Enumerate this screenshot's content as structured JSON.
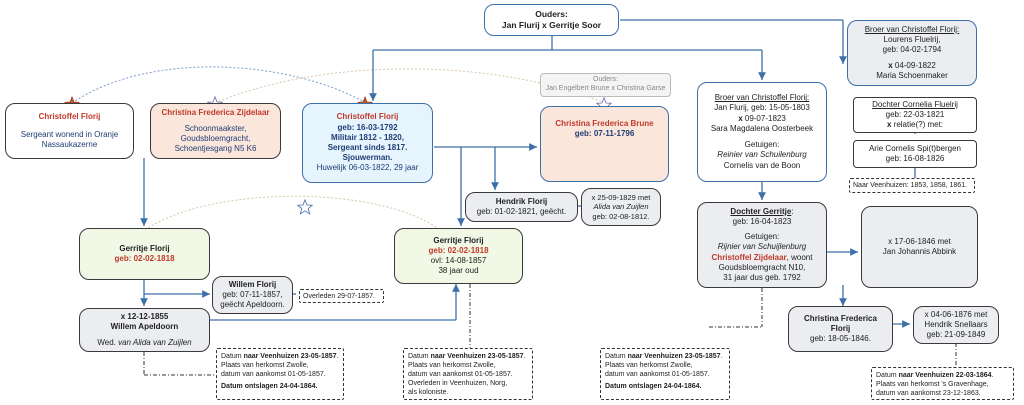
{
  "parents_box": {
    "title": "Ouders:",
    "names": "Jan Flurij x Gerritje Soor"
  },
  "christoffel_left": {
    "name": "Christoffel Florij",
    "role": "Sergeant wonend in Oranje Nassaukazerne"
  },
  "christina_left": {
    "name": "Christina Frederica Zijdelaar",
    "line1": "Schoonmaakster,",
    "line2": "Goudsbloemgracht,",
    "line3": "Schoentjesgang N5 K6"
  },
  "christoffel_center": {
    "name": "Christoffel Florij",
    "birth": "geb: 16-03-1792",
    "military": "Militair 1812 - 1820,",
    "sergeant": "Sergeant sinds 1817.",
    "occupation": "Sjouwerman.",
    "marriage": "Huwelijk 06-03-1822, 29 jaar"
  },
  "brune_parents": {
    "title": "Ouders:",
    "names": "Jan Engelbert Brune x Christina Garse"
  },
  "christina_brune": {
    "name": "Christina Frederica Brune",
    "birth": "geb: 07-11-1796"
  },
  "hendrik": {
    "name": "Hendrik Florij",
    "birth": "geb: 01-02-1821, geëcht."
  },
  "hendrik_marriage": {
    "line1": "x 25-09-1829 met",
    "line2": "Alida van Zuijlen",
    "line3": "geb: 02-08-1812."
  },
  "gerritje_left": {
    "name": "Gerritje Florij",
    "birth": "geb: 02-02-1818"
  },
  "gerritje_center": {
    "name": "Gerritje Florij",
    "birth": "geb: 02-02-1818",
    "death": "ovl: 14-08-1857",
    "age": "38 jaar oud"
  },
  "willem_florij": {
    "name": "Willem Florij",
    "birth": "geb: 07-11-1857,",
    "note": "geëcht Apeldoorn."
  },
  "willem_death": {
    "text": "Overleden 29-07-1857."
  },
  "willem_apeldoorn": {
    "marriage": "x 12-12-1855",
    "name": "Willem Apeldoorn",
    "widower_prefix": "Wed.",
    "widower_of": "van Alida van Zuijlen"
  },
  "note_left": {
    "l1a": "Datum ",
    "l1b": "naar Veenhuizen 23-05-1857",
    "l1c": ".",
    "l2": "Plaats van herkomst Zwolle,",
    "l3": "datum van aankomst 01-05-1857.",
    "l4": "Datum ontslagen 24-04-1864."
  },
  "note_center": {
    "l1a": "Datum ",
    "l1b": "naar Veenhuizen 23-05-1857",
    "l1c": ".",
    "l2": "Plaats van herkomst Zwolle,",
    "l3": "datum van aankomst 01-05-1857.",
    "l4": "Overleden in Veenhuizen, Norg,",
    "l5": "als koloniste."
  },
  "brother1": {
    "title": "Broer van Christoffel Florij:",
    "line1": "Jan Flurij, geb: 15-05-1803",
    "marriage_x": "x",
    "marriage_date": " 09-07-1823",
    "spouse": "Sara Magdalena Oosterbeek",
    "witness_label": "Getuigen:",
    "witness1": "Reinier van Schuilenburg",
    "witness2": "Cornelis van de Boon"
  },
  "brother2": {
    "title": "Broer van Christoffel Florij:",
    "line1": "Lourens Fluelrij,",
    "birth": "geb: 04-02-1794",
    "marriage_x": "x",
    "marriage_date": " 04-09-1822",
    "spouse": "Maria Schoenmaker"
  },
  "cornelia": {
    "title": "Dochter Cornelia Fluelrij",
    "birth": "geb: 22-03-1821",
    "relation_x": "x",
    "relation": " relatie(?) met:"
  },
  "arie": {
    "name": "Arie Cornelis Spi(t)bergen",
    "birth": "geb: 16-08-1826"
  },
  "veenhuizen_note": {
    "text": "Naar Veenhuizen: 1853, 1858, 1861."
  },
  "gerritje_right": {
    "title": "Dochter Gerritje",
    "birth": "geb: 16-04-1823",
    "witness_label": "Getuigen:",
    "witness1": "Rijnier van Schuijlenburg",
    "witness2": "Christoffel Zijdelaar",
    "witness2_suffix": ", woont",
    "address": "Goudsbloemgracht N10,",
    "age_note": "31 jaar dus geb. 1792"
  },
  "abbink": {
    "line1": "x 17-06-1846 met",
    "line2": "Jan Johannis Abbink"
  },
  "christina_florij": {
    "name1": "Christina Frederica",
    "name2": "Florij",
    "birth": "geb: 18-05-1846."
  },
  "snellaars": {
    "line1": "x 04-06-1876 met",
    "line2": "Hendrik Snellaars",
    "line3": "geb: 21-09-1849"
  },
  "note_right": {
    "l1a": "Datum ",
    "l1b": "naar Veenhuizen 23-05-1857",
    "l1c": ".",
    "l2": "Plaats van herkomst Zwolle,",
    "l3": "datum van aankomst 01-05-1857.",
    "l4": "Datum ontslagen 24-04-1864."
  },
  "note_far_right": {
    "l1a": "Datum ",
    "l1b": "naar Veenhuizen 22-03-1864",
    "l1c": ".",
    "l2": "Plaats van herkomst 's Gravenhage,",
    "l3": "datum van aankomst 23-12-1863."
  },
  "colors": {
    "line_blue": "#3d6fa8",
    "star_red": "#c0532b",
    "star_outline": "#6a6aaa",
    "text_red": "#c0392b",
    "text_navy": "#1f3c74"
  }
}
